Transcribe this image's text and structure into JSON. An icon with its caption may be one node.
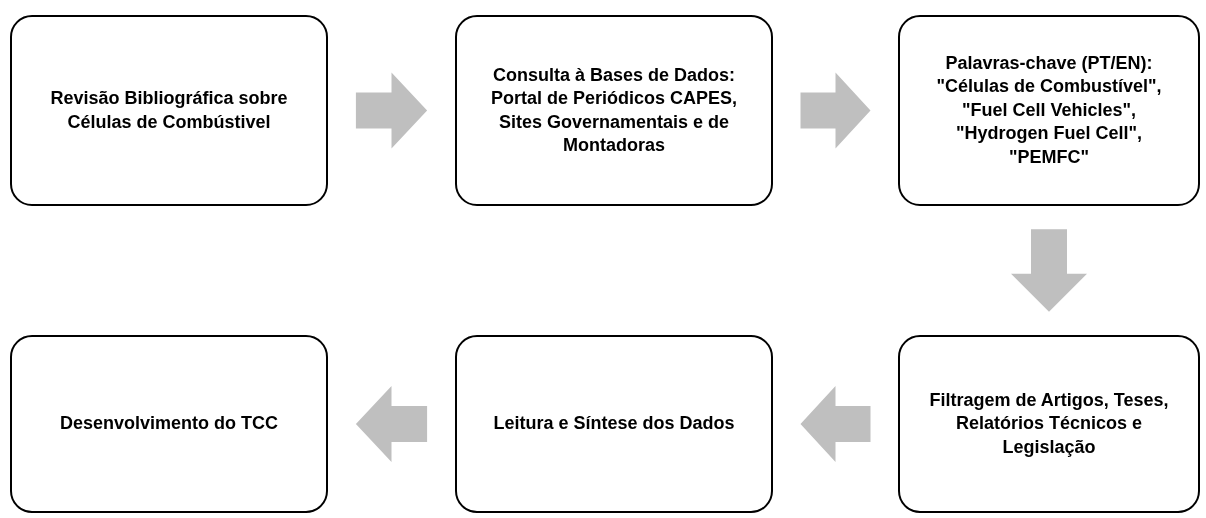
{
  "diagram": {
    "nodes": [
      {
        "text": [
          "Revisão Bibliográfica sobre Células de Combústivel"
        ]
      },
      {
        "text": [
          "Consulta à Bases de Dados: Portal de Periódicos CAPES, Sites Governamentais e de Montadoras"
        ]
      },
      {
        "text": [
          "Palavras-chave (PT/EN): \"Células de Combustível\", \"Fuel Cell Vehicles\", \"Hydrogen Fuel Cell\", \"PEMFC\""
        ]
      },
      {
        "text": [
          "Filtragem de Artigos, Teses, Relatórios Técnicos e Legislação"
        ]
      },
      {
        "text": [
          "Leitura e Síntese dos Dados"
        ]
      },
      {
        "text": [
          "Desenvolvimento do TCC"
        ]
      }
    ],
    "edges": [
      {
        "from": 0,
        "to": 1,
        "arrow": "to"
      },
      {
        "from": 1,
        "to": 2,
        "arrow": "to"
      },
      {
        "from": 2,
        "to": 3,
        "arrow": "to"
      },
      {
        "from": 3,
        "to": 4,
        "arrow": "to"
      },
      {
        "from": 4,
        "to": 5,
        "arrow": "to"
      }
    ]
  }
}
